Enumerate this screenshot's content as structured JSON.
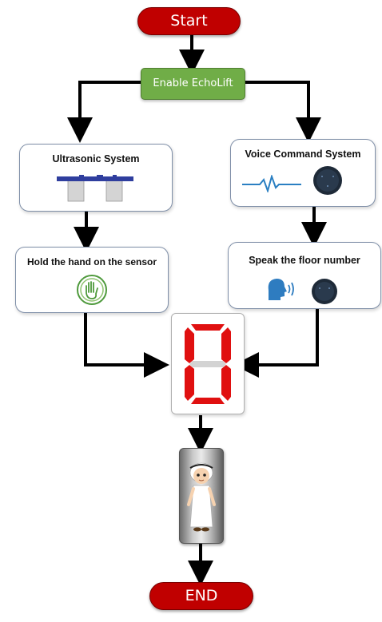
{
  "flow": {
    "start_label": "Start",
    "enable_label": "Enable EchoLift",
    "ultrasonic_title": "Ultrasonic System",
    "voice_title": "Voice Command System",
    "hand_title": "Hold the hand on the sensor",
    "speak_title": "Speak the floor number",
    "display_digit": "0",
    "end_label": "END"
  },
  "colors": {
    "terminal_fill": "#c00000",
    "process_fill": "#70ad47",
    "arrow": "#000000",
    "segment_on": "#e01010"
  },
  "icons": [
    "ultrasonic-sensor-icon",
    "sound-wave-icon",
    "smart-speaker-icon",
    "hand-gesture-icon",
    "speaking-head-icon",
    "seven-segment-display",
    "person-in-elevator-icon"
  ]
}
